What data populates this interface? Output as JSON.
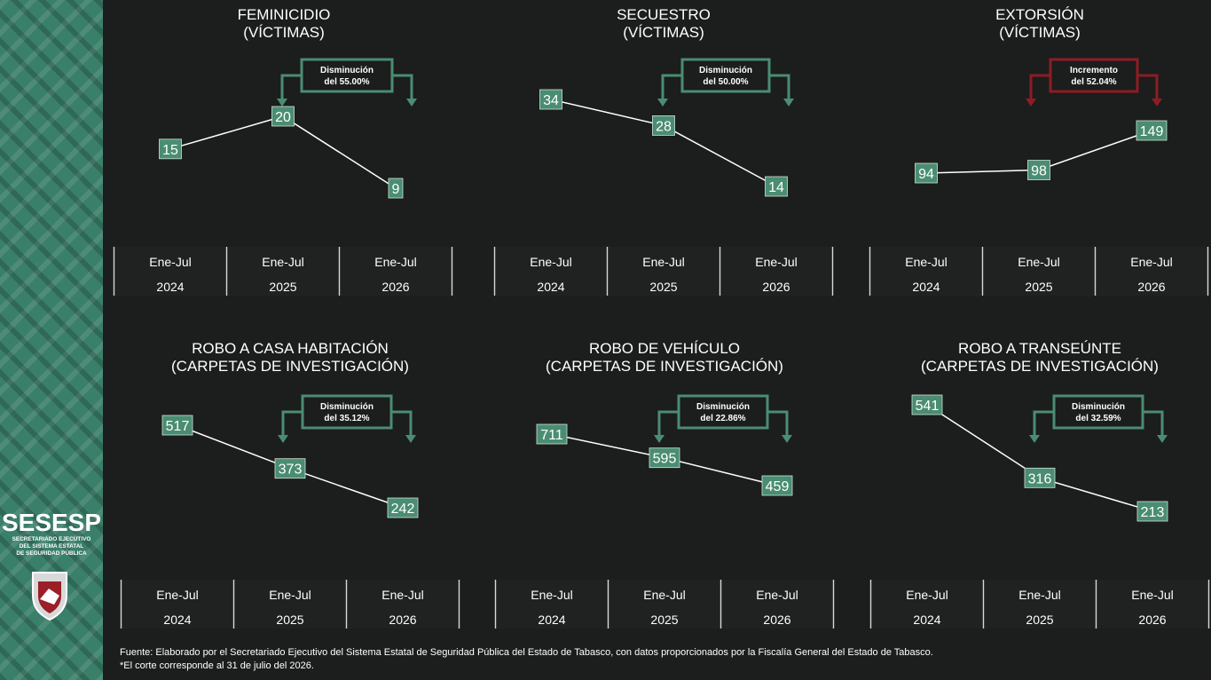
{
  "brand": {
    "acronym": "SESESP",
    "subtitle_lines": [
      "SECRETARIADO EJECUTIVO",
      "DEL SISTEMA ESTATAL",
      "DE SEGURIDAD PÚBLICA"
    ]
  },
  "colors": {
    "green": "#4a8d72",
    "red": "#8c1d24",
    "background": "#1c1d1d",
    "line": "#ffffff"
  },
  "chart_data": [
    {
      "type": "line",
      "title": [
        "FEMINICIDIO",
        "(VÍCTIMAS)"
      ],
      "categories": [
        [
          "Ene-Jul",
          "2024"
        ],
        [
          "Ene-Jul",
          "2025"
        ],
        [
          "Ene-Jul",
          "2026"
        ]
      ],
      "values": [
        15,
        20,
        9
      ],
      "callout": {
        "kind": "decrease",
        "lines": [
          "Disminución",
          "del 55.00%"
        ]
      }
    },
    {
      "type": "line",
      "title": [
        "SECUESTRO",
        "(VÍCTIMAS)"
      ],
      "categories": [
        [
          "Ene-Jul",
          "2024"
        ],
        [
          "Ene-Jul",
          "2025"
        ],
        [
          "Ene-Jul",
          "2026"
        ]
      ],
      "values": [
        34,
        28,
        14
      ],
      "callout": {
        "kind": "decrease",
        "lines": [
          "Disminución",
          "del 50.00%"
        ]
      }
    },
    {
      "type": "line",
      "title": [
        "EXTORSIÓN",
        "(VÍCTIMAS)"
      ],
      "categories": [
        [
          "Ene-Jul",
          "2024"
        ],
        [
          "Ene-Jul",
          "2025"
        ],
        [
          "Ene-Jul",
          "2026"
        ]
      ],
      "values": [
        94,
        98,
        149
      ],
      "callout": {
        "kind": "increase",
        "lines": [
          "Incremento",
          "del 52.04%"
        ]
      }
    },
    {
      "type": "line",
      "title": [
        "ROBO A CASA HABITACIÓN",
        "(CARPETAS DE INVESTIGACIÓN)"
      ],
      "categories": [
        [
          "Ene-Jul",
          "2024"
        ],
        [
          "Ene-Jul",
          "2025"
        ],
        [
          "Ene-Jul",
          "2026"
        ]
      ],
      "values": [
        517,
        373,
        242
      ],
      "callout": {
        "kind": "decrease",
        "lines": [
          "Disminución",
          "del 35.12%"
        ]
      }
    },
    {
      "type": "line",
      "title": [
        "ROBO DE VEHÍCULO",
        "(CARPETAS DE INVESTIGACIÓN)"
      ],
      "categories": [
        [
          "Ene-Jul",
          "2024"
        ],
        [
          "Ene-Jul",
          "2025"
        ],
        [
          "Ene-Jul",
          "2026"
        ]
      ],
      "values": [
        711,
        595,
        459
      ],
      "callout": {
        "kind": "decrease",
        "lines": [
          "Disminución",
          "del 22.86%"
        ]
      }
    },
    {
      "type": "line",
      "title": [
        "ROBO A TRANSEÚNTE",
        "(CARPETAS DE INVESTIGACIÓN)"
      ],
      "categories": [
        [
          "Ene-Jul",
          "2024"
        ],
        [
          "Ene-Jul",
          "2025"
        ],
        [
          "Ene-Jul",
          "2026"
        ]
      ],
      "values": [
        541,
        316,
        213
      ],
      "callout": {
        "kind": "decrease",
        "lines": [
          "Disminución",
          "del 32.59%"
        ]
      }
    }
  ],
  "footer": {
    "source": "Fuente: Elaborado por el Secretariado Ejecutivo del Sistema Estatal de Seguridad Pública del Estado de Tabasco, con datos proporcionados por la Fiscalía General del Estado de Tabasco.",
    "note": "*El corte corresponde al 31 de julio del 2026."
  }
}
